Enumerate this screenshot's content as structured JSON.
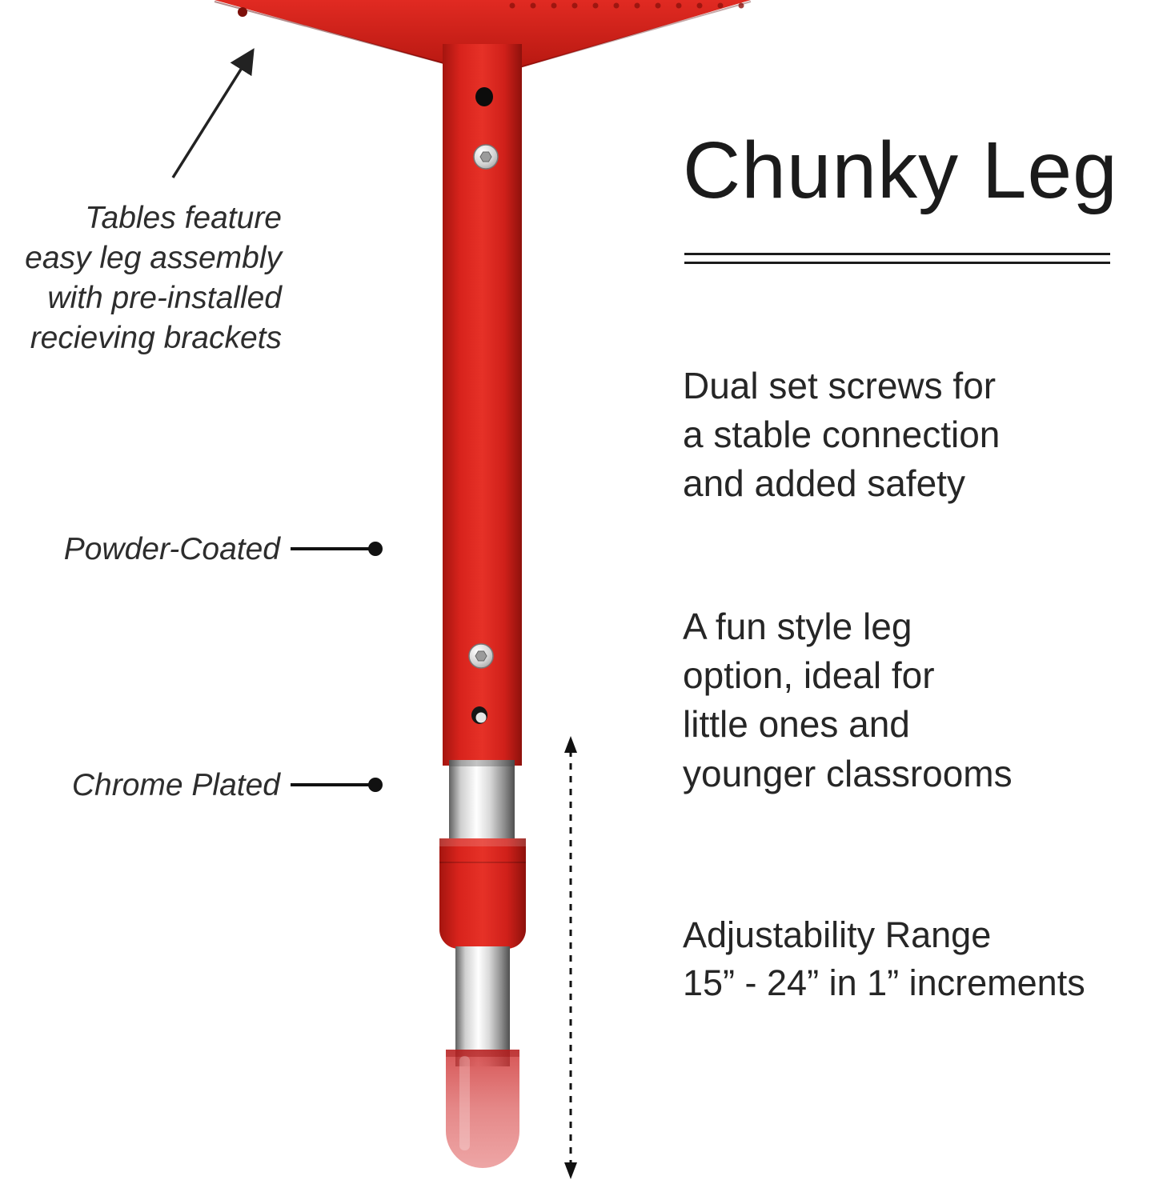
{
  "title": "Chunky Leg",
  "callouts": {
    "assembly": "Tables feature\neasy leg assembly\nwith pre-installed\nrecieving brackets",
    "powder_coated": "Powder-Coated",
    "chrome_plated": "Chrome Plated"
  },
  "features": {
    "dual_screws": "Dual set screws for\na stable connection\nand added safety",
    "fun_style": "A fun style leg\noption, ideal for\nlittle ones and\nyounger classrooms",
    "adjustability": "Adjustability Range\n15” - 24” in 1” increments"
  },
  "colors": {
    "leg_red": "#d7221e",
    "chrome_silver": "#d9d9d9",
    "foot_translucent_red": "#e06a6a",
    "text_dark": "#1b1b1b"
  }
}
